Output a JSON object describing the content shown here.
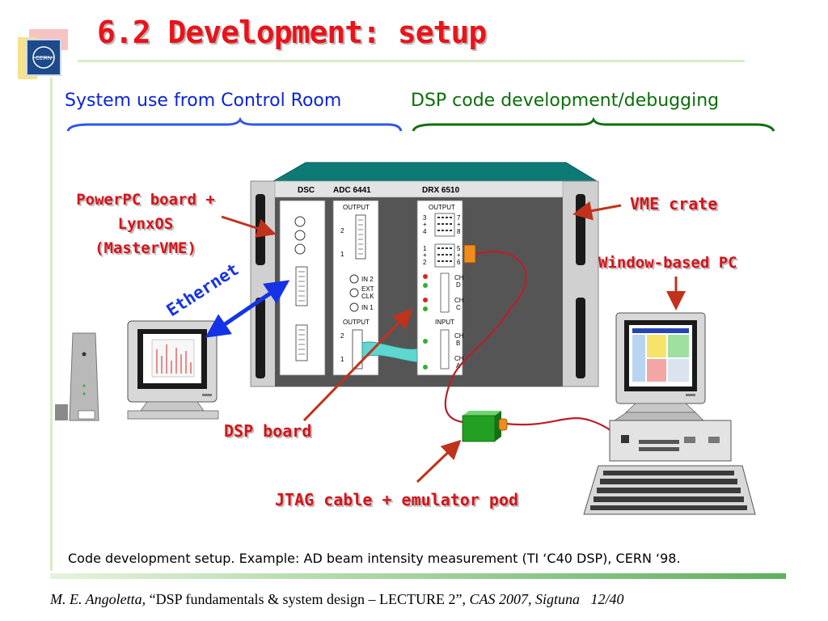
{
  "slide": {
    "title": "6.2 Development: setup",
    "subtitle_left": "System use from Control Room",
    "subtitle_right": "DSP code development/debugging",
    "caption": "Code development setup. Example: AD beam intensity measurement (TI ‘C40 DSP),  CERN ‘98.",
    "footer": {
      "author": "M. E. Angoletta,",
      "text": " “DSP fundamentals & system design – LECTURE 2”, ",
      "event": "CAS 2007, Sigtuna",
      "page": "12/40"
    },
    "logo_text": "CERN",
    "colors": {
      "title": "#e8141a",
      "left_heading": "#0b24d8",
      "right_heading": "#0b6e0b",
      "label": "#d4141a",
      "ethernet": "#1533e6"
    }
  },
  "labels": {
    "powerpc": [
      "PowerPC board +",
      "LynxOS",
      "(MasterVME)"
    ],
    "vme_crate": "VME crate",
    "window_pc": "Window-based PC",
    "ethernet": "Ethernet",
    "dsp_board": "DSP board",
    "jtag": "JTAG cable + emulator pod"
  },
  "crate": {
    "slots": {
      "dsc": "DSC",
      "adc": "ADC 6441",
      "drx": "DRX 6510"
    },
    "adc_panel": {
      "output_top": "OUTPUT",
      "n2": "2",
      "n1": "1",
      "in2": "IN 2",
      "ext": "EXT",
      "clk": "CLK",
      "in1": "IN 1",
      "output_bottom": "OUTPUT",
      "b2": "2",
      "b1": "1"
    },
    "drx_panel": {
      "output": "OUTPUT",
      "r1a": "3",
      "r1b": "+",
      "r1c": "4",
      "r2a": "1",
      "r2b": "+",
      "r2c": "2",
      "q1a": "7",
      "q1b": "+",
      "q1c": "8",
      "q2a": "5",
      "q2b": "+",
      "q2c": "6",
      "chd": "CH",
      "chd2": "D",
      "chc": "CH",
      "chc2": "C",
      "input": "INPUT",
      "chb": "CH",
      "chb2": "B",
      "cha": "CH",
      "cha2": "A"
    }
  }
}
